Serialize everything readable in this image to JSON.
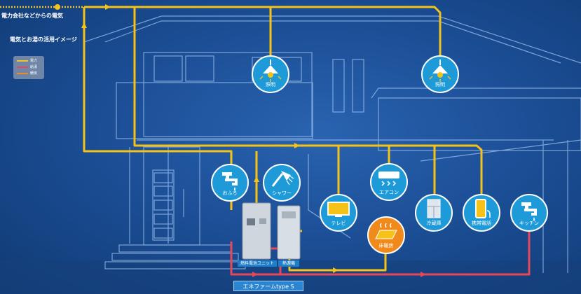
{
  "source_label": "電力会社などからの電気",
  "legend": {
    "title": "電気とお湯の活用イメージ",
    "items": [
      {
        "label": "電力",
        "color": "#f5c318"
      },
      {
        "label": "給湯",
        "color": "#e8475a"
      },
      {
        "label": "暖房",
        "color": "#f08a1c"
      }
    ]
  },
  "appliances": {
    "light_left": "照明",
    "light_right": "照明",
    "bath": "おふろ",
    "shower": "シャワー",
    "tv": "テレビ",
    "aircon": "エアコン",
    "floor_heating": "床暖房",
    "fridge": "冷蔵庫",
    "phone": "携帯電話",
    "kitchen": "キッチン"
  },
  "units": {
    "fuel_cell": "燃料電池ユニット",
    "heat_source": "熱源機"
  },
  "product_name": "エネファームtype S",
  "colors": {
    "power_line": "#f5c318",
    "hot_water_line": "#e8475a",
    "heating_line": "#f08a1c",
    "icon_bg": "#1f9ad8",
    "floor_heating_bg": "#f08a1c",
    "background": "#1c4f97"
  },
  "icons": {
    "light": "ceiling-lamp-icon",
    "bath": "faucet-icon",
    "shower": "shower-head-icon",
    "tv": "tv-icon",
    "aircon": "air-conditioner-icon",
    "floor_heating": "floor-heating-icon",
    "fridge": "refrigerator-icon",
    "phone": "mobile-phone-icon",
    "kitchen": "kitchen-faucet-icon"
  }
}
